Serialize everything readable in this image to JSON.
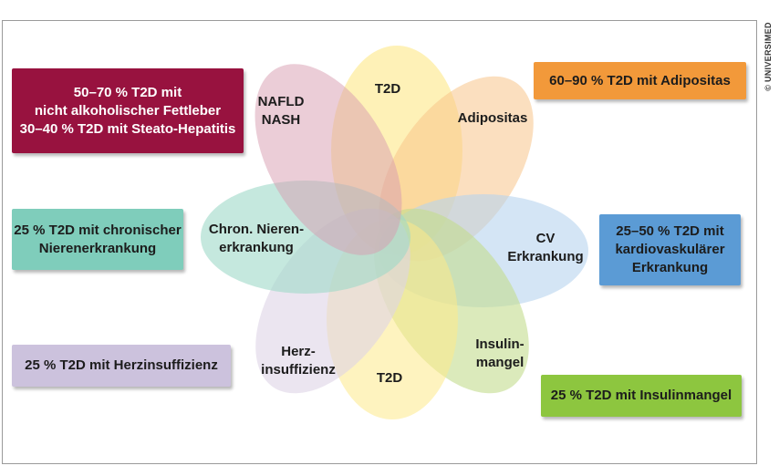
{
  "colors": {
    "red": "#98123f",
    "orange": "#f2993a",
    "teal": "#7fcdbb",
    "blue": "#5b9bd5",
    "lavender": "#ccc2dd",
    "green": "#8dc63f",
    "yellow": "#fde98a"
  },
  "copyright": "© UNIVERSIMED",
  "petals": [
    {
      "id": "t2d-top",
      "label": "T2D"
    },
    {
      "id": "adipositas",
      "label": "Adipositas"
    },
    {
      "id": "cv",
      "label": "CV\nErkrankung"
    },
    {
      "id": "insulin",
      "label": "Insulin-\nmangel"
    },
    {
      "id": "t2d-bottom",
      "label": "T2D"
    },
    {
      "id": "herz",
      "label": "Herz-\ninsuffizienz"
    },
    {
      "id": "niere",
      "label": "Chron. Nieren-\nerkrankung"
    },
    {
      "id": "nafld",
      "label": "NAFLD\nNASH"
    }
  ],
  "boxes": {
    "nafld": "50–70 % T2D mit\nnicht alkoholischer Fettleber\n30–40 % T2D mit Steato-Hepatitis",
    "adipositas": "60–90 % T2D mit Adipositas",
    "niere": "25 % T2D mit chronischer\nNierenerkrankung",
    "cv": "25–50 % T2D mit\nkardiovaskulärer\nErkrankung",
    "herz": "25 % T2D mit Herzinsuffizienz",
    "insulin": "25 % T2D mit Insulinmangel"
  }
}
